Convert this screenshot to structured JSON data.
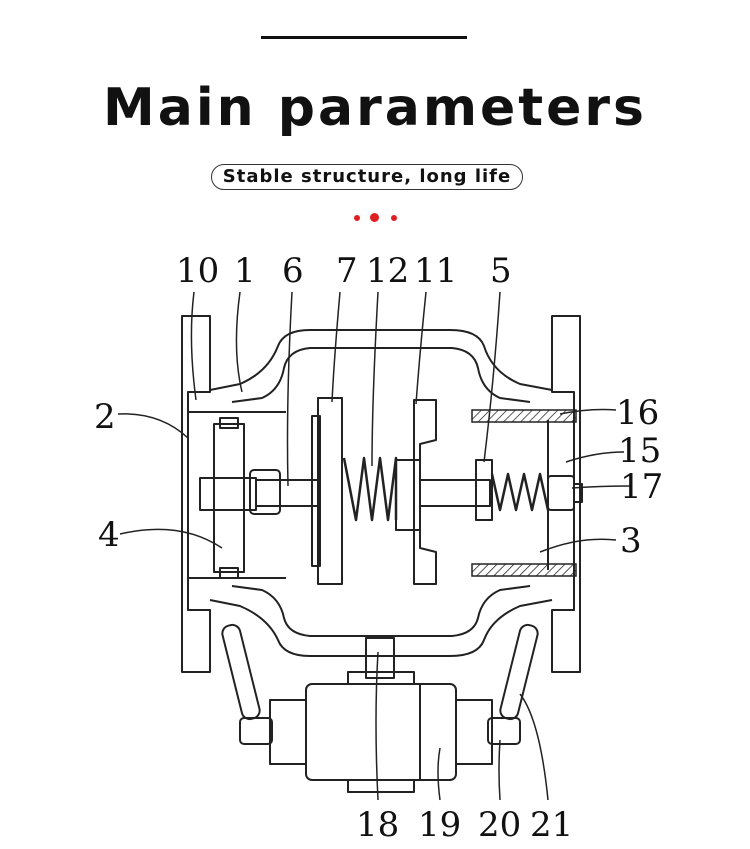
{
  "header": {
    "title": "Main parameters",
    "subtitle": "Stable structure, long life"
  },
  "colors": {
    "accent": "#e02020",
    "ink": "#111111"
  },
  "diagram": {
    "labels": [
      "10",
      "1",
      "6",
      "7",
      "12",
      "11",
      "5",
      "2",
      "16",
      "15",
      "17",
      "4",
      "3",
      "18",
      "19",
      "20",
      "21"
    ]
  }
}
